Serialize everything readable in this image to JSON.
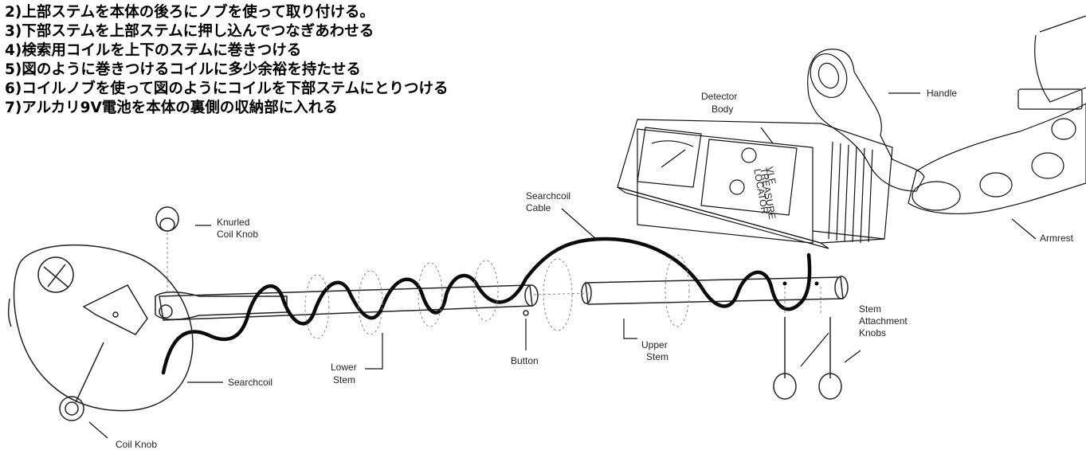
{
  "instructions": [
    "2)上部ステムを本体の後ろにノブを使って取り付ける。",
    "3)下部ステムを上部ステムに押し込んでつなぎあわせる",
    "4)検索用コイルを上下のステムに巻きつける",
    "5)図のように巻きつけるコイルに多少余裕を持たせる",
    "6)コイルノブを使って図のようにコイルを下部ステムにとりつける",
    "7)アルカリ9V電池を本体の裏側の収納部に入れる"
  ],
  "labels": {
    "handle": "Handle",
    "detector_body_1": "Detector",
    "detector_body_2": "Body",
    "armrest": "Armrest",
    "searchcoil_cable_1": "Searchcoil",
    "searchcoil_cable_2": "Cable",
    "knurled_coil_knob_1": "Knurled",
    "knurled_coil_knob_2": "Coil Knob",
    "stem_attachment_knobs_1": "Stem",
    "stem_attachment_knobs_2": "Attachment",
    "stem_attachment_knobs_3": "Knobs",
    "button": "Button",
    "upper_stem_1": "Upper",
    "upper_stem_2": "Stem",
    "lower_stem_1": "Lower",
    "lower_stem_2": "Stem",
    "searchcoil": "Searchcoil",
    "coil_knob": "Coil Knob"
  },
  "panel_text": {
    "brand": "VLF",
    "line2": "TREASURE",
    "line3": "LOCATOR"
  }
}
